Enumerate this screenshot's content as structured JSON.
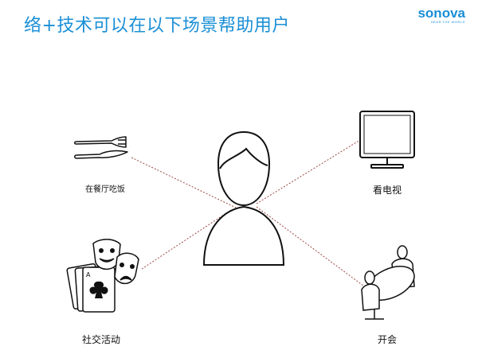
{
  "slide": {
    "title": "络+技术可以在以下场景帮助用户",
    "brand_color": "#1a8fd6"
  },
  "logo": {
    "word": "sonova",
    "tagline": "HEAR THE WORLD"
  },
  "scenarios": {
    "restaurant": "在餐厅吃饭",
    "tv": "看电视",
    "social": "社交活动",
    "meeting": "开会"
  },
  "icons": {
    "center": "person-icon",
    "restaurant": "fork-knife-icon",
    "tv": "tv-icon",
    "social": "cards-masks-icon",
    "meeting": "meeting-icon"
  }
}
